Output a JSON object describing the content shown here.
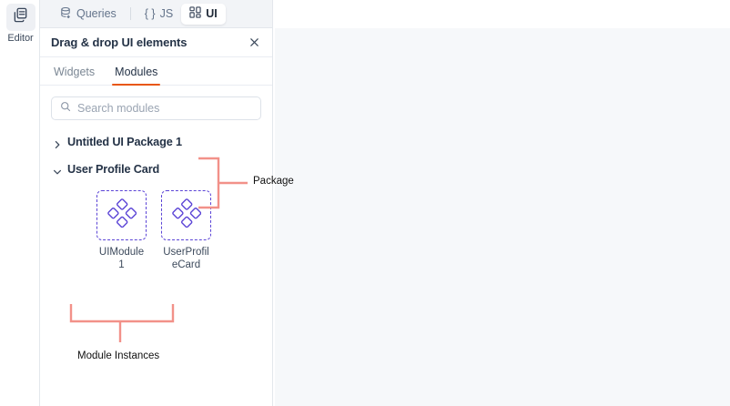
{
  "rail": {
    "items": [
      {
        "label": "Editor",
        "icon": "stacked-documents-icon",
        "active": true
      }
    ]
  },
  "tabs": {
    "items": [
      {
        "label": "Queries",
        "icon": "database-icon",
        "active": false
      },
      {
        "label": "JS",
        "icon": "curly-braces-icon",
        "active": false
      },
      {
        "label": "UI",
        "icon": "grid-squares-icon",
        "active": true
      }
    ],
    "js_prefix": "{ }"
  },
  "panel": {
    "title": "Drag & drop UI elements",
    "close_icon": "close-icon",
    "subtabs": [
      {
        "label": "Widgets",
        "active": false
      },
      {
        "label": "Modules",
        "active": true
      }
    ],
    "search": {
      "placeholder": "Search modules",
      "value": "",
      "icon": "search-icon"
    },
    "tree": [
      {
        "label": "Untitled UI Package 1",
        "expanded": false,
        "chevron": "chevron-right-icon"
      },
      {
        "label": "User Profile Card",
        "expanded": true,
        "chevron": "chevron-down-icon"
      }
    ],
    "modules": [
      {
        "label": "UIModule 1",
        "icon": "four-diamonds-module-icon"
      },
      {
        "label": "UserProfileCard",
        "icon": "four-diamonds-module-icon"
      }
    ]
  },
  "annotations": [
    {
      "label": "Package"
    },
    {
      "label": "Module Instances"
    }
  ],
  "colors": {
    "accent_orange": "#e8560f",
    "module_purple": "#5b44d6",
    "annotation_salmon": "#f29189",
    "panel_border": "#e3e7ec",
    "canvas_bg": "#f6f8fa"
  }
}
